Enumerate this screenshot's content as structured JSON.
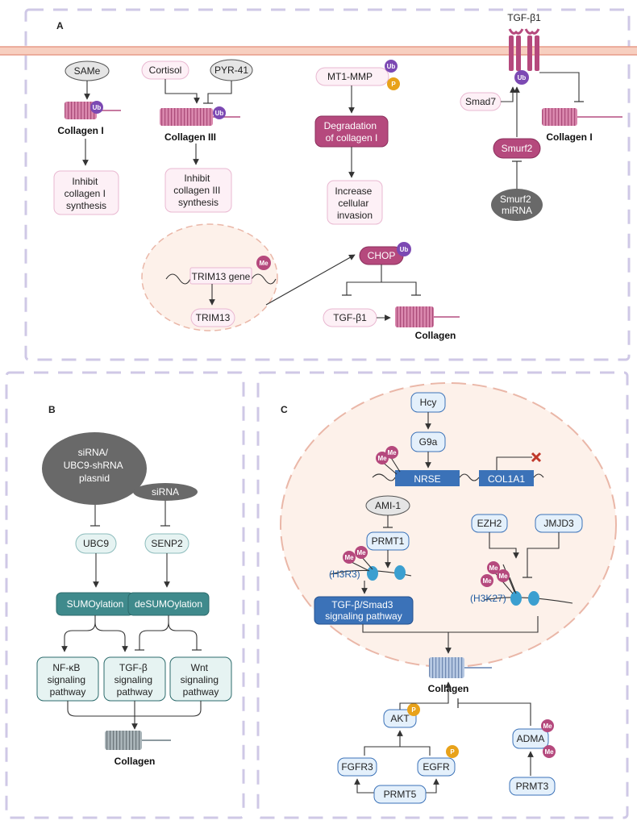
{
  "panels": {
    "a": "A",
    "b": "B",
    "c": "C"
  },
  "a": {
    "same": "SAMe",
    "ub": "Ub",
    "me": "Me",
    "p": "P",
    "collagen1": "Collagen I",
    "inhibit1": [
      "Inhibit",
      "collagen I",
      "synthesis"
    ],
    "cortisol": "Cortisol",
    "pyr41": "PYR-41",
    "collagen3": "Collagen III",
    "inhibit3": [
      "Inhibit",
      "collagen III",
      "synthesis"
    ],
    "mt1mmp": "MT1-MMP",
    "degradation": [
      "Degradation",
      "of collagen I"
    ],
    "invasion": [
      "Increase",
      "cellular",
      "invasion"
    ],
    "tgfb1": "TGF-β1",
    "smad7": "Smad7",
    "smurf2": "Smurf2",
    "smurf2_mirna": [
      "Smurf2",
      "miRNA"
    ],
    "collagen1b": "Collagen I",
    "trim13_gene": "TRIM13 gene",
    "trim13": "TRIM13",
    "chop": "CHOP",
    "tgfb1b": "TGF-β1",
    "collagen": "Collagen"
  },
  "b": {
    "sirna_shrna": [
      "siRNA/",
      "UBC9-shRNA",
      "plasnid"
    ],
    "sirna": "siRNA",
    "ubc9": "UBC9",
    "senp2": "SENP2",
    "sumo": "SUMOylation",
    "desumo": "deSUMOylation",
    "nfkb": [
      "NF-κB",
      "signaling",
      "pathway"
    ],
    "tgfb": [
      "TGF-β",
      "signaling",
      "pathway"
    ],
    "wnt": [
      "Wnt",
      "signaling",
      "pathway"
    ],
    "collagen": "Collagen"
  },
  "c": {
    "hcy": "Hcy",
    "g9a": "G9a",
    "nrse": "NRSE",
    "col1a1": "COL1A1",
    "me": "Me",
    "p": "P",
    "ami1": "AMI-1",
    "prmt1": "PRMT1",
    "h3r3": "(H3R3)",
    "ezh2": "EZH2",
    "jmjd3": "JMJD3",
    "h3k27": "(H3K27)",
    "tgfb_smad3": [
      "TGF-β/Smad3",
      "signaling pathway"
    ],
    "collagen": "Collagen",
    "akt": "AKT",
    "fgfr3": "FGFR3",
    "egfr": "EGFR",
    "prmt5": "PRMT5",
    "adma": "ADMA",
    "prmt3": "PRMT3"
  },
  "colors": {
    "pink_fill": "#fdf0f6",
    "pink_stroke": "#e9b8d1",
    "magenta": "#b5497d",
    "purple": "#7c49b3",
    "orange": "#e8a21a",
    "teal": "#3f8a8c",
    "blue": "#3b72b8",
    "light_blue": "#e4f0fb",
    "grey": "#696969"
  }
}
